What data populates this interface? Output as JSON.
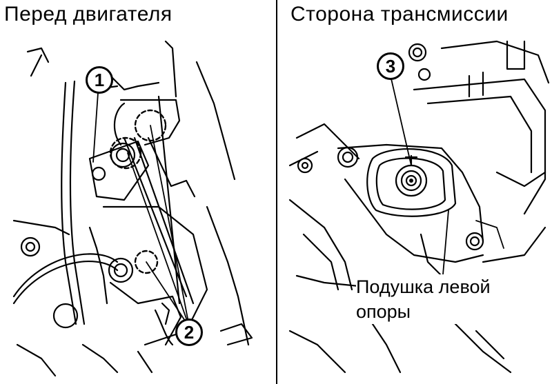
{
  "panels": {
    "left": {
      "title": "Перед двигателя"
    },
    "right": {
      "title": "Сторона трансмиссии"
    }
  },
  "callouts": {
    "one": "1",
    "two": "2",
    "three": "3"
  },
  "caption": {
    "line1": "Подушка левой",
    "line2": "опоры"
  },
  "colors": {
    "ink": "#000000",
    "paper": "#ffffff"
  }
}
